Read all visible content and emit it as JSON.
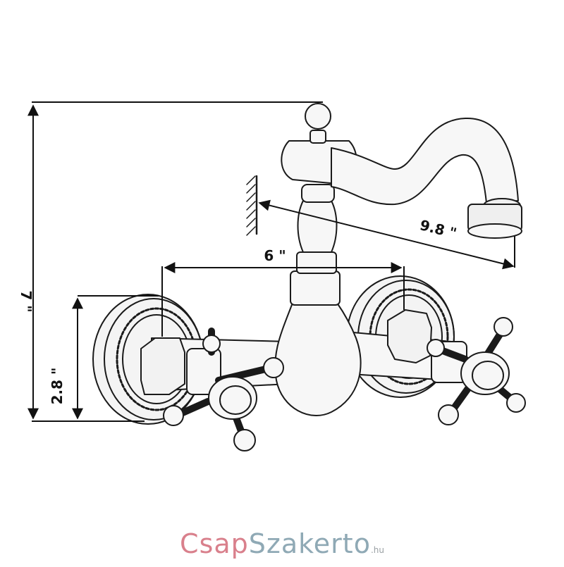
{
  "dimensions": {
    "height": "7 \"",
    "mount_height": "2.8 \"",
    "center_spacing": "6 \"",
    "spout_reach": "9.8 \""
  },
  "logo": {
    "brand_part1": "Csap",
    "brand_part2": "Szakerto",
    "tld": ".hu"
  },
  "colors": {
    "line": "#111111",
    "brand_pink": "#d9808c",
    "brand_blue": "#8fa9b5"
  }
}
